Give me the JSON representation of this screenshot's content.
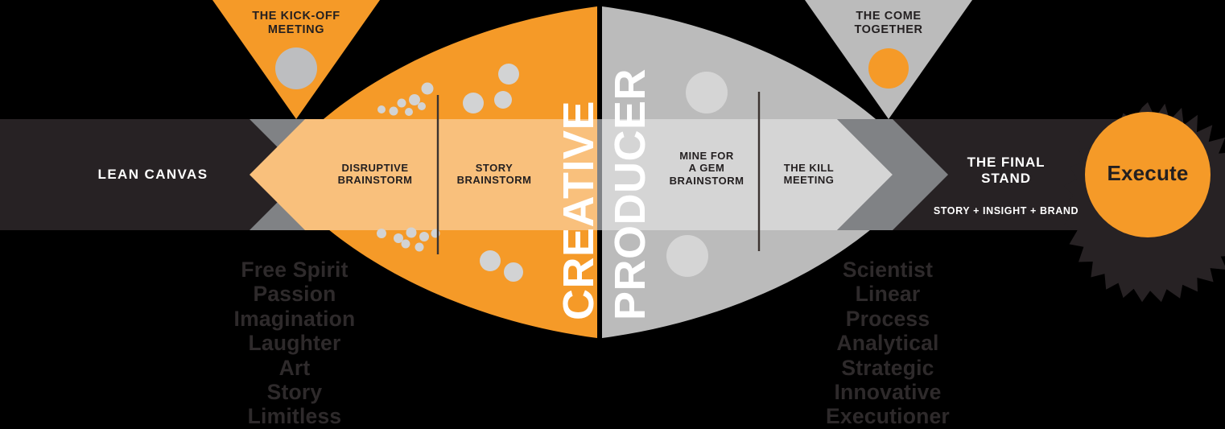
{
  "diagram": {
    "title": "Creative / Producer Process Flow",
    "colors": {
      "orange": "#F59A28",
      "orange_light": "#F9C07C",
      "gray_dark": "#272224",
      "gray_mid": "#808285",
      "gray_lens": "#BBBBBB",
      "gray_light": "#D5D5D5",
      "dot_gray": "#D2D3D4",
      "text_dark": "#231F20",
      "text_white": "#FFFFFF",
      "word_gray": "#2E2A2B",
      "background": "#000000"
    },
    "phases": [
      {
        "id": "creative",
        "label": "CREATIVE",
        "color": "#F59A28"
      },
      {
        "id": "producer",
        "label": "PRODUCER",
        "color": "#BBBBBB"
      }
    ],
    "triangles": [
      {
        "id": "kick-off",
        "label": "THE KICK-OFF\nMEETING",
        "line1": "THE KICK-OFF",
        "line2": "MEETING",
        "fill": "#F59A28",
        "dot_color": "#BDBEC0"
      },
      {
        "id": "come-together",
        "label": "THE COME\nTOGETHER",
        "line1": "THE COME",
        "line2": "TOGETHER",
        "fill": "#BBBBBB",
        "dot_color": "#F59A28"
      }
    ],
    "bands": [
      {
        "id": "lean-canvas",
        "label": "LEAN CANVAS",
        "style": "dark"
      },
      {
        "id": "disruptive-brainstorm",
        "line1": "DISRUPTIVE",
        "line2": "BRAINSTORM",
        "style": "light-orange"
      },
      {
        "id": "story-brainstorm",
        "line1": "STORY",
        "line2": "BRAINSTORM",
        "style": "light-orange"
      },
      {
        "id": "mine-for-a-gem-brainstorm",
        "line1": "MINE FOR",
        "line2": "A GEM",
        "line3": "BRAINSTORM",
        "style": "light-gray"
      },
      {
        "id": "the-kill-meeting",
        "line1": "THE KILL",
        "line2": "MEETING",
        "style": "light-gray"
      },
      {
        "id": "the-final-stand",
        "line1": "THE FINAL",
        "line2": "STAND",
        "sub": "STORY + INSIGHT + BRAND",
        "style": "dark"
      }
    ],
    "execute": {
      "label": "Execute",
      "fill": "#F59A28",
      "burst_color": "#272224"
    },
    "word_lists": [
      {
        "id": "creative-traits",
        "words": [
          "Free Spirit",
          "Passion",
          "Imagination",
          "Laughter",
          "Art",
          "Story",
          "Limitless"
        ]
      },
      {
        "id": "producer-traits",
        "words": [
          "Scientist",
          "Linear",
          "Process",
          "Analytical",
          "Strategic",
          "Innovative",
          "Executioner"
        ]
      }
    ]
  }
}
